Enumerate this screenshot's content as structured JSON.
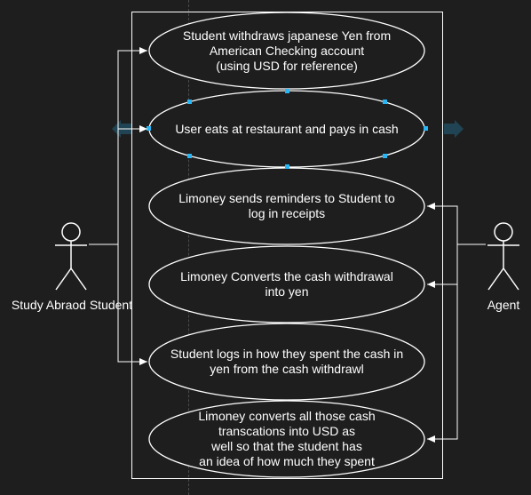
{
  "actors": {
    "student": "Study Abraod Student",
    "agent": "Agent"
  },
  "use_cases": [
    {
      "id": "uc1",
      "lines": [
        "Student withdraws japanese Yen from",
        "American Checking account",
        "(using USD for reference)"
      ]
    },
    {
      "id": "uc2",
      "lines": [
        "User eats at restaurant and pays in cash"
      ]
    },
    {
      "id": "uc3",
      "lines": [
        "Limoney sends reminders to Student to",
        "log in receipts"
      ]
    },
    {
      "id": "uc4",
      "lines": [
        "Limoney Converts the cash withdrawal",
        "into yen"
      ]
    },
    {
      "id": "uc5",
      "lines": [
        "Student logs in how they spent the cash in",
        "yen from the cash withdrawl"
      ]
    },
    {
      "id": "uc6",
      "lines": [
        "Limoney converts all those cash",
        "transcations into USD as",
        "well so that the student has",
        "an idea of how much they spent"
      ]
    }
  ],
  "colors": {
    "background": "#1e1e1e",
    "stroke": "#ffffff",
    "selection": "#29b6f2"
  }
}
